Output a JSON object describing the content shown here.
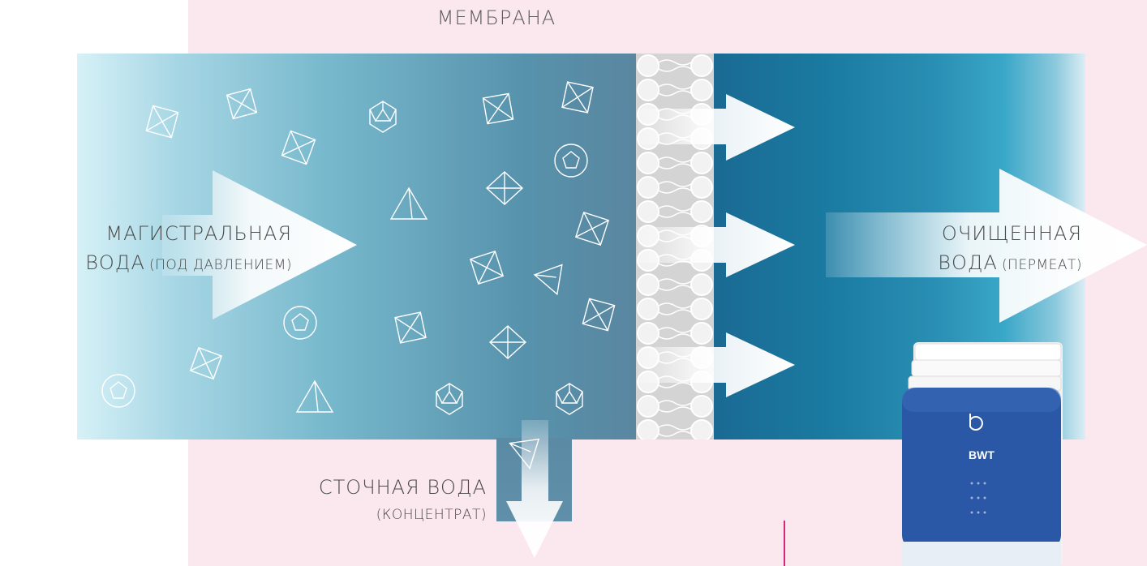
{
  "title": "МЕМБРАНА",
  "labels": {
    "inlet_main": "МАГИСТРАЛЬНАЯ",
    "inlet_sub_main": "ВОДА",
    "inlet_sub_paren": "(ПОД ДАВЛЕНИЕМ)",
    "outlet_main": "ОЧИЩЕННАЯ",
    "outlet_sub_main": "ВОДА",
    "outlet_sub_paren": "(ПЕРМЕАТ)",
    "waste_main": "СТОЧНАЯ ВОДА",
    "waste_sub": "(КОНЦЕНТРАТ)"
  },
  "device": {
    "brand": "BWT"
  },
  "colors": {
    "pink_background": "#fbe8ef",
    "accent_marker": "#d9257a",
    "device_blue": "#2a57a6"
  }
}
